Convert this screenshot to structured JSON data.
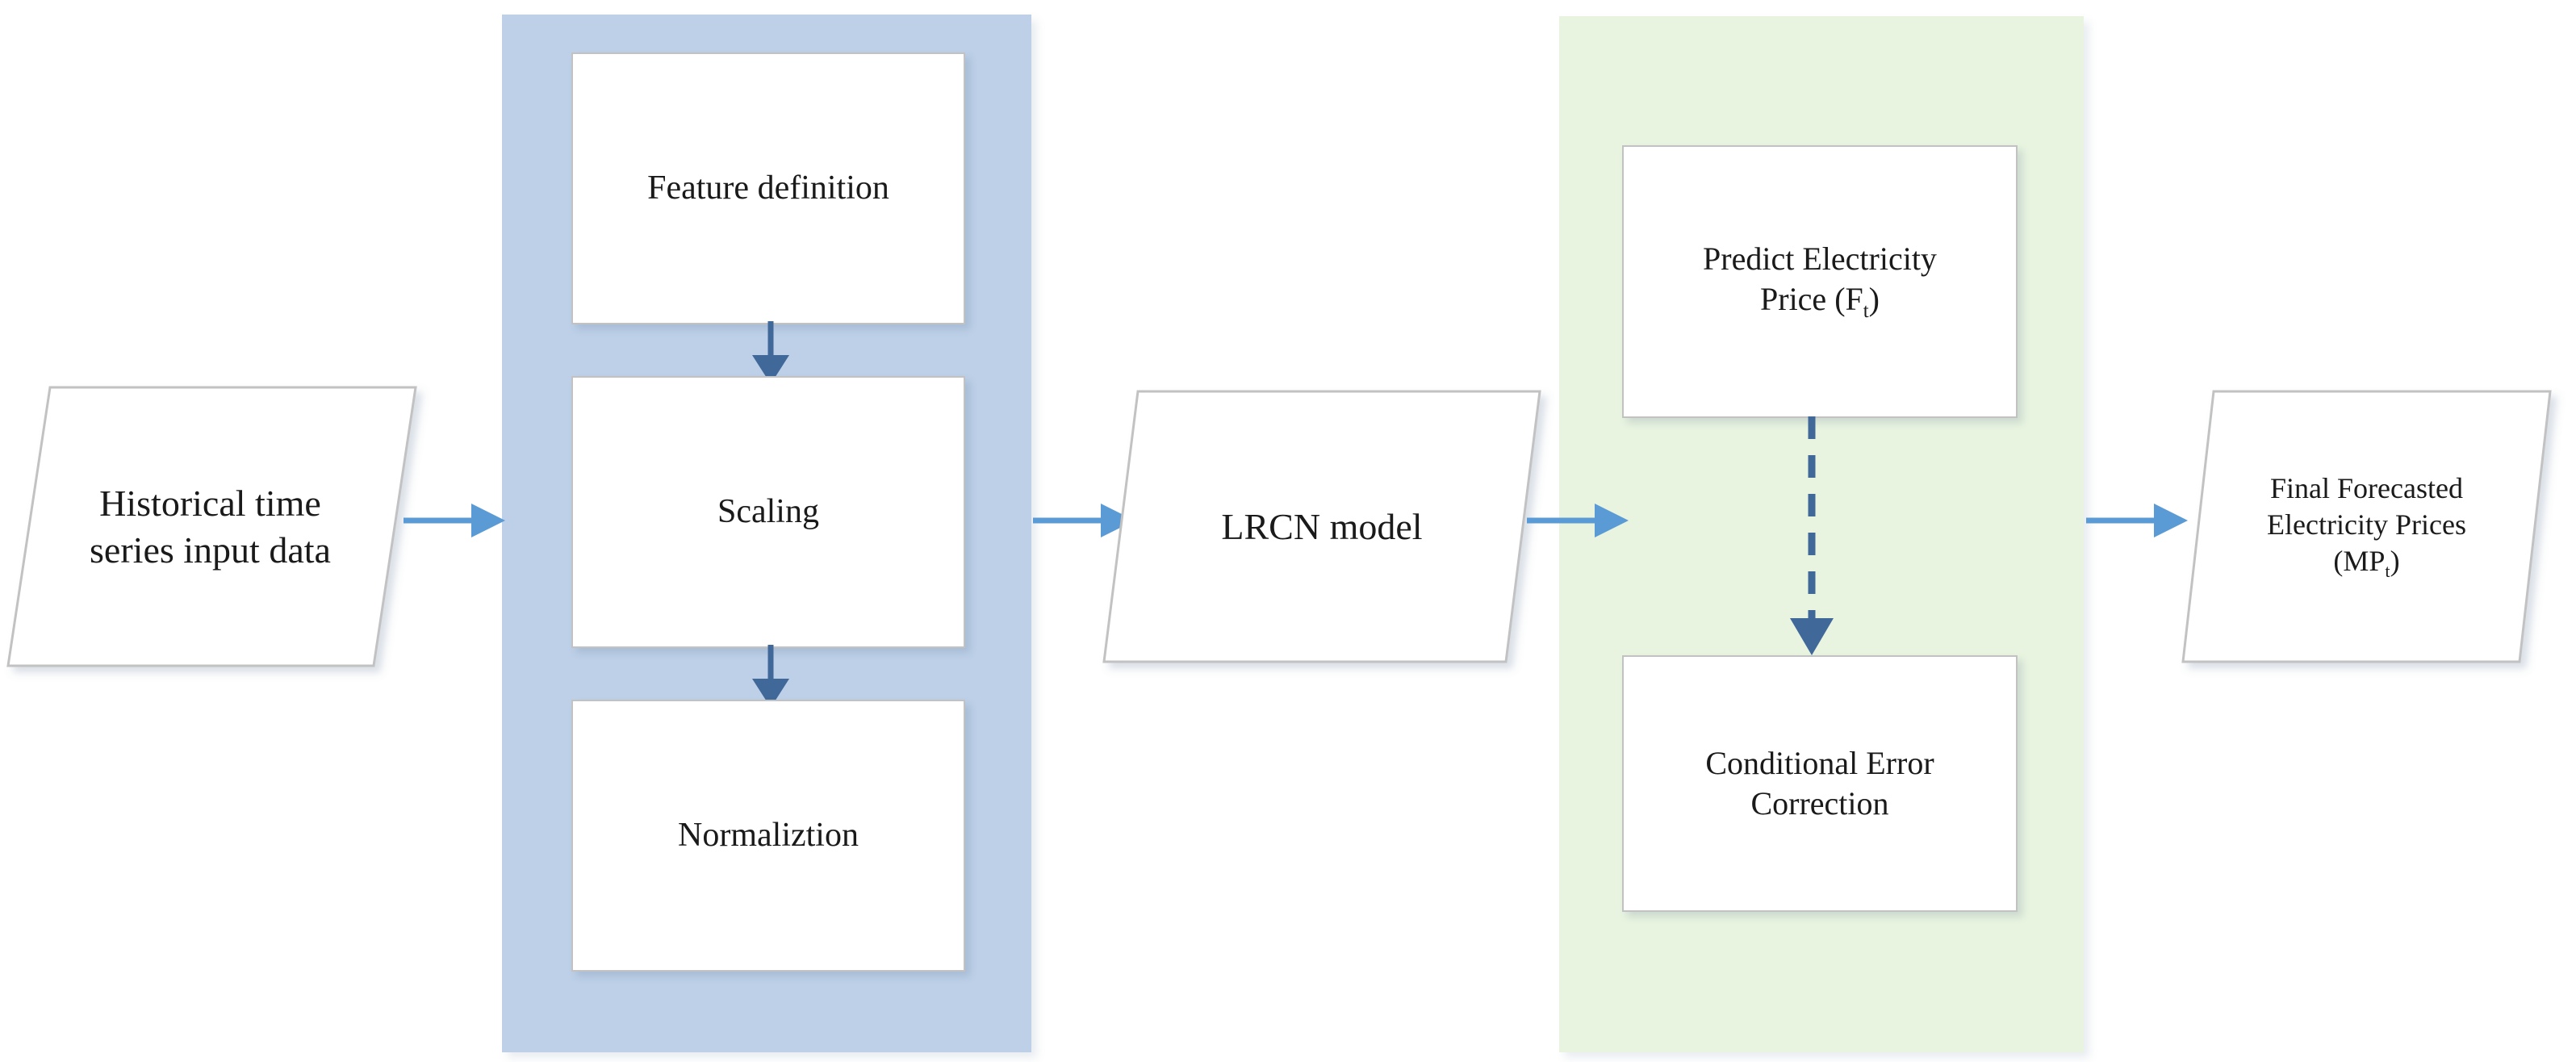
{
  "diagram": {
    "title": "Electricity price forecasting pipeline flowchart",
    "colors": {
      "panel_blue": "#bdd0e8",
      "panel_green": "#e8f4e0",
      "box_fill": "#ffffff",
      "box_border": "#c2c2c2",
      "arrow_light_blue": "#5b9bd5",
      "arrow_dark_blue": "#40699a",
      "text": "#1a1a1a"
    },
    "nodes": {
      "input_data": {
        "shape": "parallelogram",
        "label_line1": "Historical time",
        "label_line2": "series input data"
      },
      "preprocessing_group": {
        "shape": "container",
        "fill": "#bdd0e8",
        "steps": [
          {
            "label": "Feature definition"
          },
          {
            "label": "Scaling"
          },
          {
            "label": "Normaliztion"
          }
        ]
      },
      "lrcn_model": {
        "shape": "parallelogram",
        "label": "LRCN model"
      },
      "postprocessing_group": {
        "shape": "container",
        "fill": "#e8f4e0",
        "steps": [
          {
            "label_line1": "Predict Electricity",
            "label_line2_pre": "Price (F",
            "label_line2_sub": "t",
            "label_line2_post": ")"
          },
          {
            "label_line1": "Conditional Error",
            "label_line2": "Correction"
          }
        ]
      },
      "final_output": {
        "shape": "parallelogram",
        "label_line1": "Final Forecasted",
        "label_line2": "Electricity Prices",
        "label_line3_pre": "(MP",
        "label_line3_sub": "t",
        "label_line3_post": ")"
      }
    },
    "connectors": [
      {
        "name": "input-to-preprocessing",
        "style": "solid",
        "direction": "right",
        "color": "#5b9bd5"
      },
      {
        "name": "feature-to-scaling",
        "style": "solid",
        "direction": "down",
        "color": "#40699a"
      },
      {
        "name": "scaling-to-normaliztion",
        "style": "solid",
        "direction": "down",
        "color": "#40699a"
      },
      {
        "name": "preprocessing-to-lrcn",
        "style": "solid",
        "direction": "right",
        "color": "#5b9bd5"
      },
      {
        "name": "lrcn-to-postprocessing",
        "style": "solid",
        "direction": "right",
        "color": "#5b9bd5"
      },
      {
        "name": "predict-to-correction",
        "style": "dashed",
        "direction": "down",
        "color": "#40699a"
      },
      {
        "name": "postprocessing-to-final-output",
        "style": "solid",
        "direction": "right",
        "color": "#5b9bd5"
      }
    ]
  }
}
